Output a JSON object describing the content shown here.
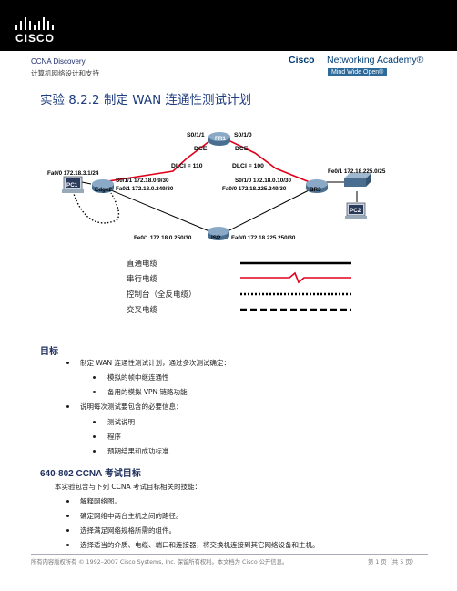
{
  "header": {
    "logo_text": "CISCO",
    "course": "CCNA Discovery",
    "subcourse": "计算机网络设计和支持",
    "brand_cisco": "Cisco",
    "brand_academy": "Networking Academy®",
    "brand_tagline": "Mind Wide Open®"
  },
  "title": "实验 8.2.2 制定 WAN 连通性测试计划",
  "diagram": {
    "fr1": "FR1",
    "fr1_s011": "S0/1/1",
    "fr1_s010": "S0/1/0",
    "dce_left": "DCE",
    "dce_right": "DCE",
    "dlci_left": "DLCI = 110",
    "dlci_right": "DLCI = 100",
    "edge2": "Edge2",
    "edge2_fa00": "Fa0/0 172.18.3.1/24",
    "edge2_s011": "S0/1/1 172.18.0.9/30",
    "edge2_fa01": "Fa0/1 172.18.0.249/30",
    "pc1": "PC1",
    "br3": "BR3",
    "br3_fa01": "Fe0/1 172.18.225.0/25",
    "br3_s010": "S0/1/0 172.18.0.10/30",
    "br3_fa00": "Fa0/0 172.18.225.249/30",
    "pc2": "PC2",
    "isp": "ISP",
    "isp_fa01": "Fe0/1 172.18.0.250/30",
    "isp_fa00": "Fa0/0 172.18.225.250/30"
  },
  "legend": {
    "straight": "直通电缆",
    "serial": "串行电缆",
    "console": "控制台（全反电缆）",
    "crossover": "交叉电缆"
  },
  "objectives": {
    "heading": "目标",
    "b1": "制定 WAN 连通性测试计划，通过多次测试确定：",
    "b1_1": "模拟的帧中继连通性",
    "b1_2": "备用的模拟 VPN 链路功能",
    "b2": "说明每次测试要包含的必要信息：",
    "b2_1": "测试说明",
    "b2_2": "程序",
    "b2_3": "预期结果和成功标准"
  },
  "exam": {
    "heading": "640-802 CCNA 考试目标",
    "intro": "本实验包含与下列 CCNA 考试目标相关的技能：",
    "items": [
      "解释网络图。",
      "确定网络中两台主机之间的路径。",
      "选择满足网络规格所需的组件。",
      "选择适当的介质、电缆、端口和连接器，将交换机连接到其它网络设备和主机。"
    ]
  },
  "footer": {
    "left": "所有内容版权所有 © 1992–2007 Cisco Systems, Inc. 保留所有权利。本文档为 Cisco 公开信息。",
    "right": "第 1 页（共 5 页）"
  },
  "colors": {
    "serial_link": "#e0001b",
    "title": "#1e3c80",
    "heading": "#1e2f5e"
  }
}
